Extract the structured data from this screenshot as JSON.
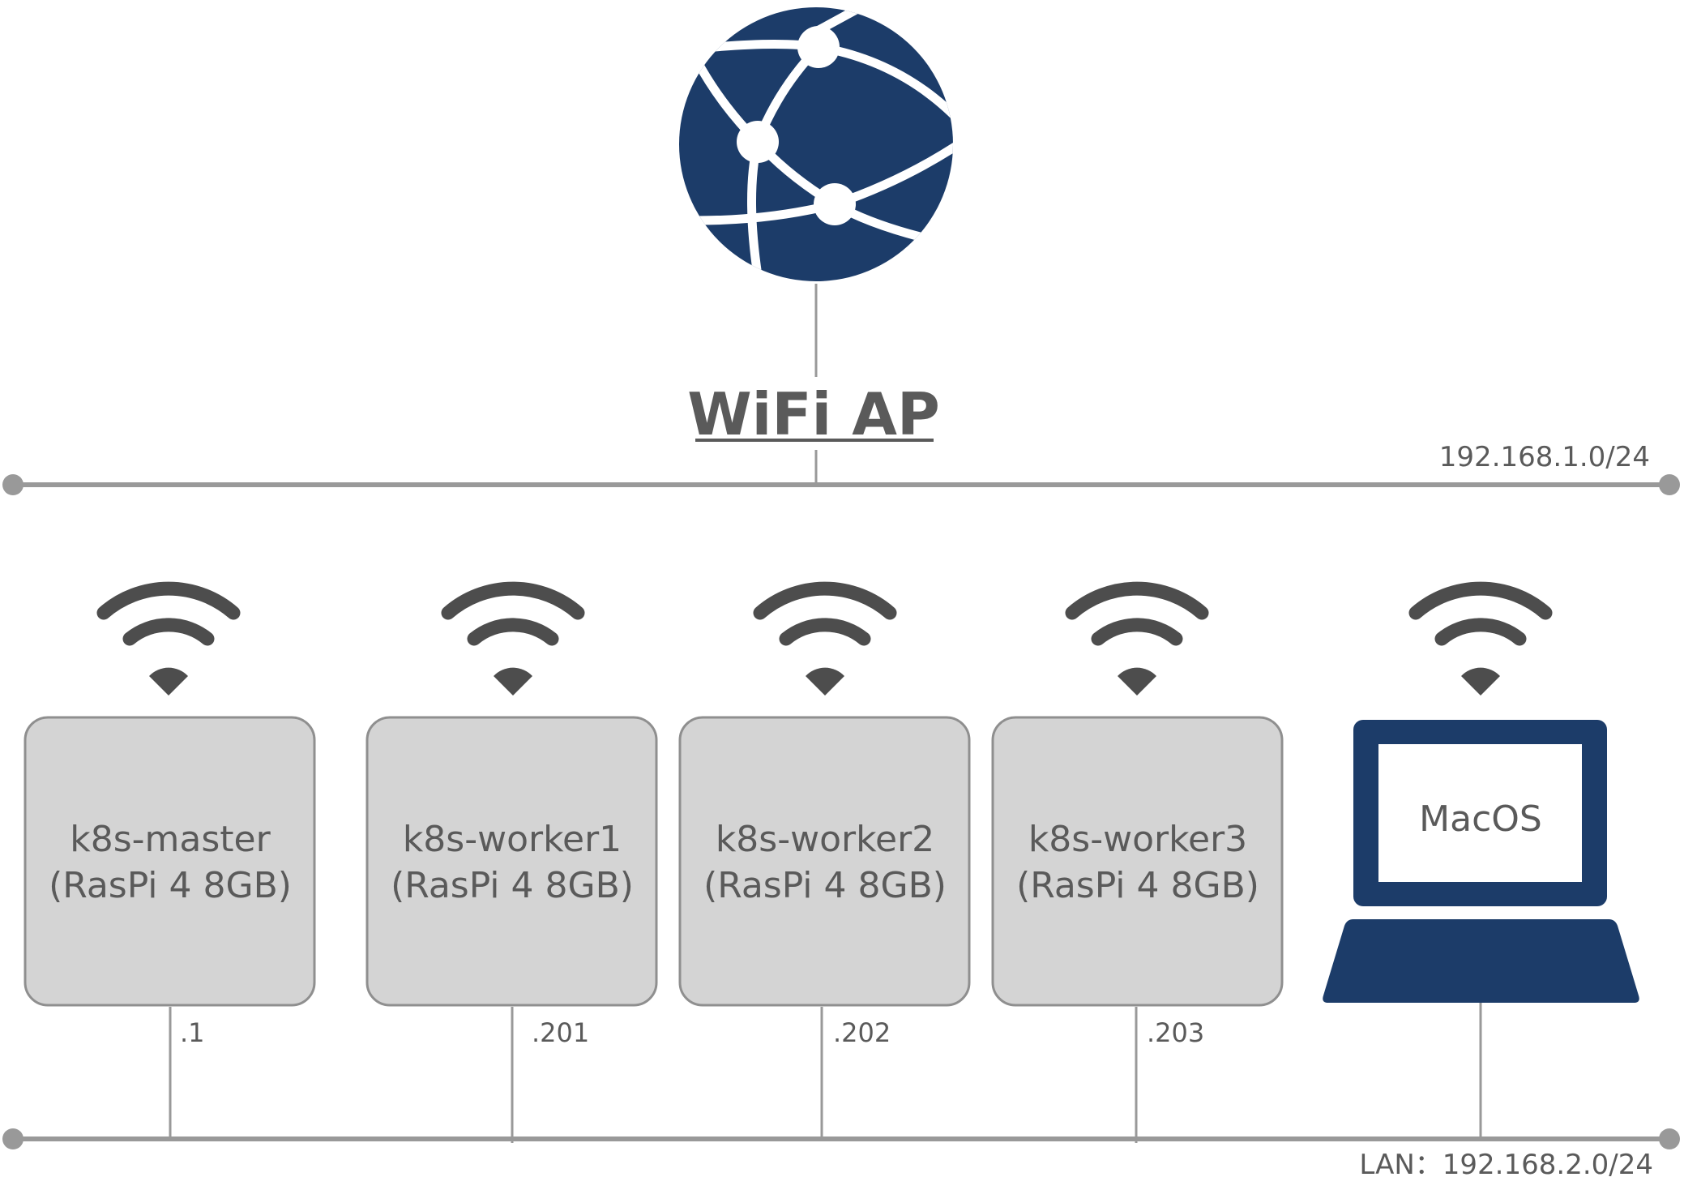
{
  "wifi_ap": {
    "label": "WiFi AP",
    "network": "192.168.1.0/24"
  },
  "lan": {
    "label": "LAN：192.168.2.0/24"
  },
  "nodes": [
    {
      "name": "k8s-master",
      "model": "(RasPi 4 8GB)",
      "ip": ".1"
    },
    {
      "name": "k8s-worker1",
      "model": "(RasPi 4 8GB)",
      "ip": ".201"
    },
    {
      "name": "k8s-worker2",
      "model": "(RasPi 4 8GB)",
      "ip": ".202"
    },
    {
      "name": "k8s-worker3",
      "model": "(RasPi 4 8GB)",
      "ip": ".203"
    }
  ],
  "laptop": {
    "label": "MacOS"
  },
  "icons": {
    "internet": "globe-network-icon",
    "wireless": "wifi-icon",
    "client": "laptop-icon"
  },
  "colors": {
    "navy": "#1c3c69",
    "line": "#999999",
    "box_fill": "#d4d4d4",
    "box_stroke": "#8f8f8f",
    "text": "#5a5a5a",
    "wifi": "#4d4d4d"
  }
}
